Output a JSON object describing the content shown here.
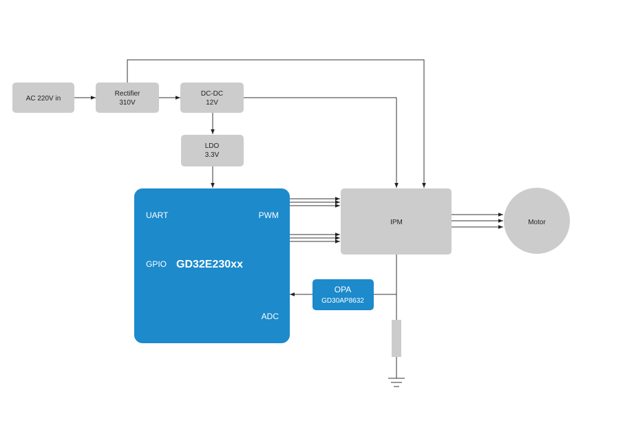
{
  "blocks": {
    "ac_input": {
      "label": "AC 220V in"
    },
    "rectifier": {
      "line1": "Rectifier",
      "line2": "310V"
    },
    "dcdc": {
      "line1": "DC-DC",
      "line2": "12V"
    },
    "ldo": {
      "line1": "LDO",
      "line2": "3.3V"
    },
    "mcu": {
      "name": "GD32E230xx",
      "uart": "UART",
      "pwm": "PWM",
      "gpio": "GPIO",
      "adc": "ADC"
    },
    "ipm": {
      "label": "IPM"
    },
    "opa": {
      "line1": "OPA",
      "line2": "GD30AP8632"
    },
    "motor": {
      "label": "Motor"
    }
  },
  "colors": {
    "gray_block": "#cccccc",
    "blue_block": "#1c8acb",
    "wire": "#333333"
  }
}
